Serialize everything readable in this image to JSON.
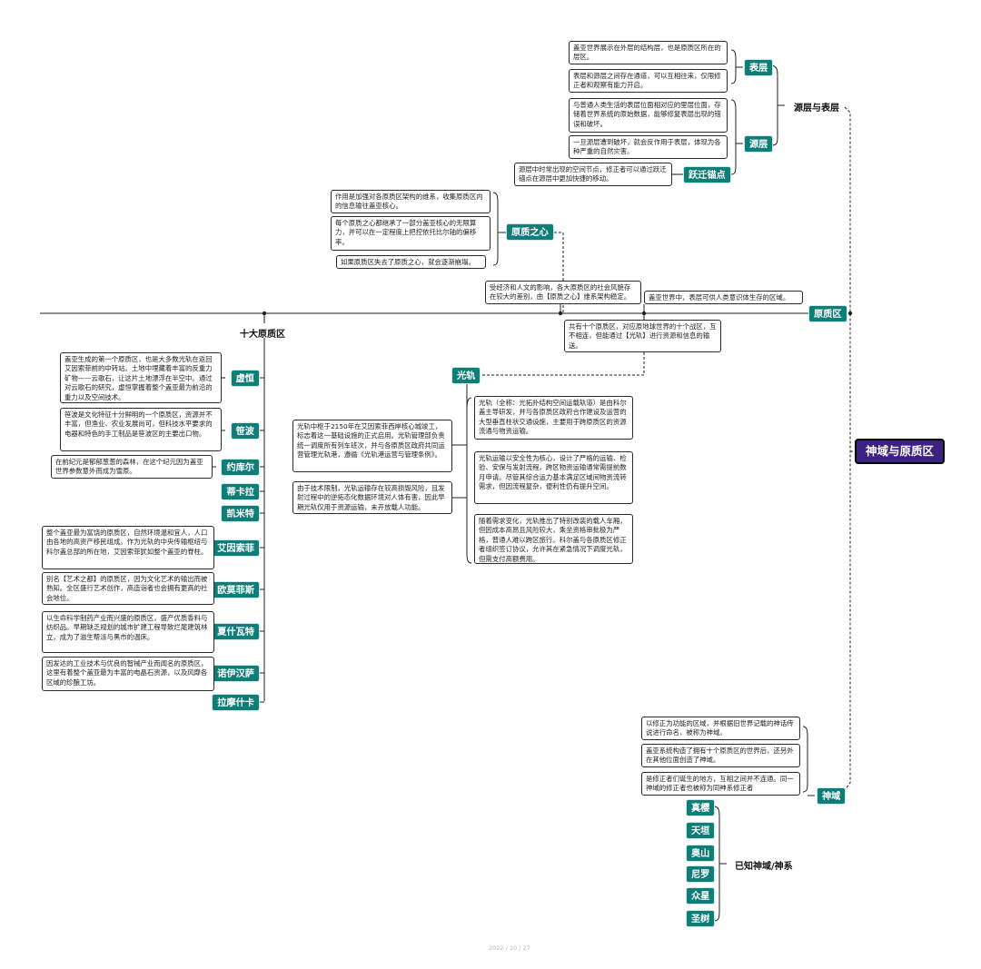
{
  "root": "神域与原质区",
  "footer": "2022 / 10 / 27",
  "colors": {
    "branch": "#0f7d78",
    "root": "#3e2281"
  },
  "source_and_surface": {
    "title": "源层与表层",
    "surface": {
      "tag": "表层",
      "notes": [
        "盖亚世界展示在外层的结构层，也是原质区所在的层区。",
        "表层和源层之间存在通道，可以互相往来，仅限修正者和观察有能力开启。"
      ]
    },
    "source": {
      "tag": "源层",
      "notes": [
        "与普通人类生活的表层位面相对应的里层位面，存储着世界系统的原始数据，能够修复表层出现的错误和破坏。",
        "一旦源层遭到破坏，就会反作用于表层，体现为各种严重的自然灾害。"
      ]
    },
    "anchor": {
      "tag": "跃迁锚点",
      "note": "源层中时常出现的空间节点，修正者可以通过跃迁锚点在源层中更加快捷的移动。"
    }
  },
  "heart": {
    "tag": "原质之心",
    "notes": [
      "作用是加强对各原质区架构的维系，收集原质区内的信息输往盖亚核心。",
      "每个原质之心都继承了一部分盖亚核心的无限算力，并可以在一定程度上把控依托比尔轴的偏移率。",
      "如果原质区失去了原质之心，就会逐渐崩塌。"
    ]
  },
  "zone": {
    "tag": "原质区",
    "notes": [
      "受经济和人文的影响，各大原质区的社会风貌存在较大的差别，由【原质之心】维系架构稳定。",
      "盖亚世界中，表层可供人类意识体生存的区域。",
      "共有十个原质区，对应原地球世界的十个战区，互不相连，但能通过【光轨】进行资源和信息的输送。"
    ]
  },
  "rail": {
    "tag": "光轨",
    "notes": [
      "光轨（全称：光拓扑结构空间运载轨道）是由科尔盖主导研发，并与各原质区政府合作建设及运营的大型垂直柱状交通设施，主要用于跨原质区的资源流通与物资运输。",
      "光轨运输以安全性为核心，设计了严格的运输、检验、安保与发射流程，跨区物资运输通常需提前数月申请。尽管其综合运力基本满足区域间物资流转需求，但因流程复杂，便利性仍有提升空间。",
      "随着需求变化，光轨推出了特别改装的载人车厢，但因成本高昂且风险较大，乘坐资格审批极为严格，普通人难以跨区旅行。科尔盖与各原质区修正者组织签订协议，允许其在紧急情况下调度光轨，但需支付高额费用。"
    ],
    "side_notes": [
      "光轨中枢于2150年在艾因索菲西岸核心城竣工，标志着这一基础设施的正式启用。光轨管理部负责统一调度所有列车班次，并与各原质区政府共同运营管理光轨港，遵循《光轨港运营与管理条例》。",
      "由于技术限制，光轨运输存在较高损毁风险，且发射过程中的逆拓态化数据环境对人体有害，因此早期光轨仅用于资源运输，未开放载人功能。"
    ]
  },
  "ten_zones": {
    "title": "十大原质区",
    "items": [
      {
        "name": "虚恒",
        "note": "盖亚生成的第一个原质区，也是大多数光轨在返回艾因索菲前的中转站。土地中埋藏着丰富的反重力矿物——云歌石，让这片土地漂浮在半空中。通过对云歌石的研究，虚恒掌握着整个盖亚最为前沿的重力以及空间技术。"
      },
      {
        "name": "笹波",
        "note": "笹波是文化特征十分鲜明的一个原质区，资源并不丰富，但渔业、农业发展尚可，但科技水平要求的电器和特色的手工制品是笹波区的主要出口物。"
      },
      {
        "name": "约库尔",
        "note": "在前纪元是郁郁葱葱的森林，在这个纪元因为盖亚世界参数意外而成为雪原。"
      },
      {
        "name": "蒂卡拉",
        "note": ""
      },
      {
        "name": "凯米特",
        "note": ""
      },
      {
        "name": "艾因索菲",
        "note": "整个盖亚最为富饶的原质区，自然环境温和宜人，人口由各地的高资产移民组成。作为光轨的中央传输枢纽与科尔盖总部的所在地，艾因索菲犹如整个盖亚的脊柱。"
      },
      {
        "name": "欧莫菲斯",
        "note": "别名【艺术之都】的原质区，因为文化艺术的输出而被熟知。全区盛行艺术创作，高造诣者也会拥有更高的社会地位。"
      },
      {
        "name": "夏什瓦特",
        "note": "以生命科学制药产业而兴盛的原质区，盛产优质香料与纺织品。早期缺乏规划的城市扩建工程导致烂尾建筑林立，成为了滋生帮派与黑市的温床。"
      },
      {
        "name": "诺伊汉萨",
        "note": "因发达的工业技术与优良的智械产业而闻名的原质区，这里有着整个盖亚最为丰富的电晶石资源，以及风靡各区域的珍酿工坊。"
      },
      {
        "name": "拉摩什卡",
        "note": ""
      }
    ]
  },
  "divine": {
    "tag": "神域",
    "notes": [
      "以修正为功能的区域，并根据旧世界记载的神话传说进行命名，被称为神域。",
      "盖亚系统构造了拥有十个原质区的世界后，还另外在其他位面创造了神域。",
      "是修正者们诞生的地方，互相之间并不连通。同一神域的修正者也被称为同神系修正者"
    ],
    "known_title": "已知神域/神系",
    "known": [
      "真樱",
      "天垣",
      "奥山",
      "尼罗",
      "众星",
      "圣树"
    ]
  }
}
